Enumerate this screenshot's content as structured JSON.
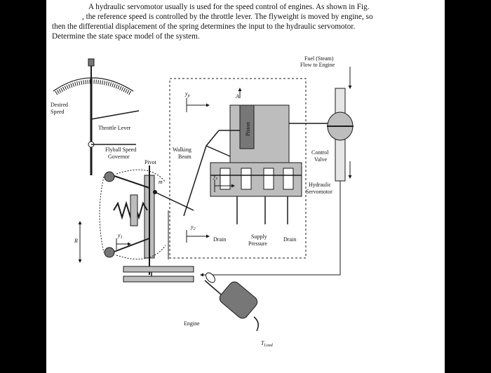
{
  "question": {
    "line1": "A hydraulic servomotor usually is used for the speed control of engines. As shown in Fig.",
    "line2": ", the reference speed is controlled by the throttle lever. The flyweight is moved by engine, so",
    "line3": "then the differential displacement of the spring determines the input to the hydraulic servomotor.",
    "line4": "Determine the state space model of the system."
  },
  "labels": {
    "desired_speed_1": "Desired",
    "desired_speed_2": "Speed",
    "throttle_lever": "Throttle Lever",
    "flyball_1": "Flyball Speed",
    "flyball_2": "Governor",
    "pivot": "Pivot",
    "walking_1": "Walking",
    "walking_2": "Beam",
    "piston": "Piston",
    "fuel_1": "Fuel (Steam)",
    "fuel_2": "Flow to Engine",
    "control_1": "Control",
    "control_2": "Valve",
    "hydraulic_1": "Hydraulic",
    "hydraulic_2": "Servomotor",
    "drain_left": "Drain",
    "supply_1": "Supply",
    "supply_2": "Pressure",
    "drain_right": "Drain",
    "engine": "Engine",
    "t_load": "T",
    "t_load_sub": "Load"
  },
  "symbols": {
    "yp": "y",
    "yp_sub": "p",
    "a": "A",
    "yv": "y",
    "yv_sub": "v",
    "y2": "y",
    "y2_sub": "2",
    "y1": "y",
    "y1_sub": "1",
    "r": "R",
    "m": "m"
  },
  "colors": {
    "line": "#1a1a1a",
    "fill_gray": "#bdbdbd",
    "fill_dark": "#555555",
    "fill_light": "#e6e6e6"
  }
}
